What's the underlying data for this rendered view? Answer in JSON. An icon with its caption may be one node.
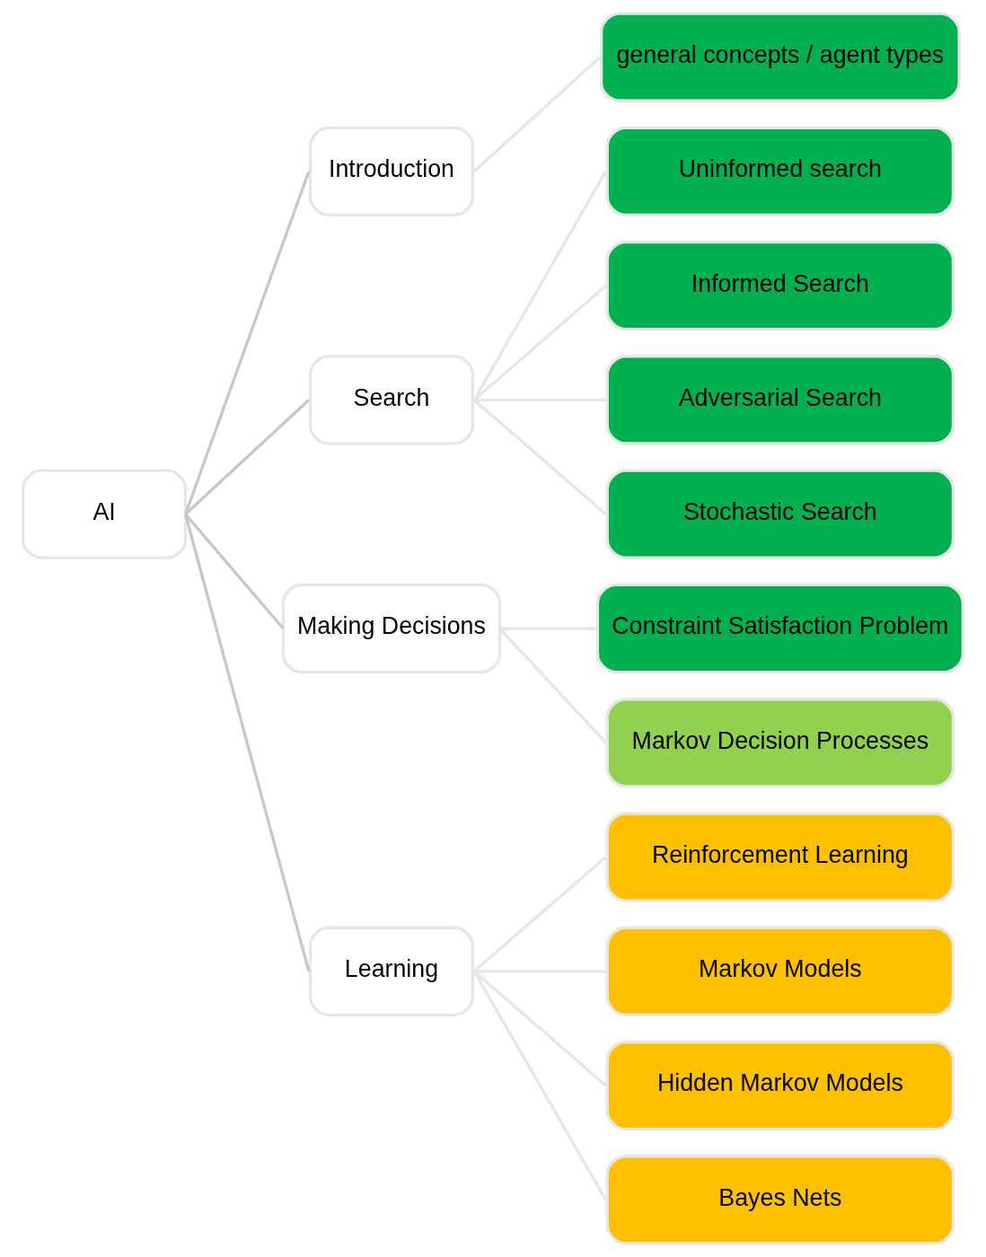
{
  "diagram": {
    "nodes": [
      {
        "text": [
          "AI"
        ]
      },
      {
        "text": [
          "Introduction"
        ]
      },
      {
        "text": [
          "Search"
        ]
      },
      {
        "text": [
          "Making Decisions"
        ]
      },
      {
        "text": [
          "Learning"
        ]
      },
      {
        "text": [
          "general concepts / agent types"
        ]
      },
      {
        "text": [
          "Uninformed search"
        ]
      },
      {
        "text": [
          "Informed Search"
        ]
      },
      {
        "text": [
          "Adversarial Search"
        ]
      },
      {
        "text": [
          "Stochastic Search"
        ]
      },
      {
        "text": [
          "Constraint Satisfaction Problem"
        ]
      },
      {
        "text": [
          "Markov Decision Processes"
        ]
      },
      {
        "text": [
          "Reinforcement Learning"
        ]
      },
      {
        "text": [
          "Markov Models"
        ]
      },
      {
        "text": [
          "Hidden Markov Models"
        ]
      },
      {
        "text": [
          "Bayes Nets"
        ]
      }
    ],
    "edges": [
      {
        "from": 0,
        "to": 1,
        "arrow": "none",
        "color": "#c8c8c8"
      },
      {
        "from": 0,
        "to": 2,
        "arrow": "none",
        "color": "#c8c8c8"
      },
      {
        "from": 0,
        "to": 3,
        "arrow": "none",
        "color": "#c8c8c8"
      },
      {
        "from": 0,
        "to": 4,
        "arrow": "none",
        "color": "#c8c8c8"
      },
      {
        "from": 1,
        "to": 5,
        "arrow": "none"
      },
      {
        "from": 2,
        "to": 6,
        "arrow": "none"
      },
      {
        "from": 2,
        "to": 7,
        "arrow": "none"
      },
      {
        "from": 2,
        "to": 8,
        "arrow": "none"
      },
      {
        "from": 2,
        "to": 9,
        "arrow": "none"
      },
      {
        "from": 3,
        "to": 10,
        "arrow": "none"
      },
      {
        "from": 3,
        "to": 11,
        "arrow": "none"
      },
      {
        "from": 4,
        "to": 12,
        "arrow": "none"
      },
      {
        "from": 4,
        "to": 13,
        "arrow": "none"
      },
      {
        "from": 4,
        "to": 14,
        "arrow": "none"
      },
      {
        "from": 4,
        "to": 15,
        "arrow": "none"
      }
    ]
  }
}
